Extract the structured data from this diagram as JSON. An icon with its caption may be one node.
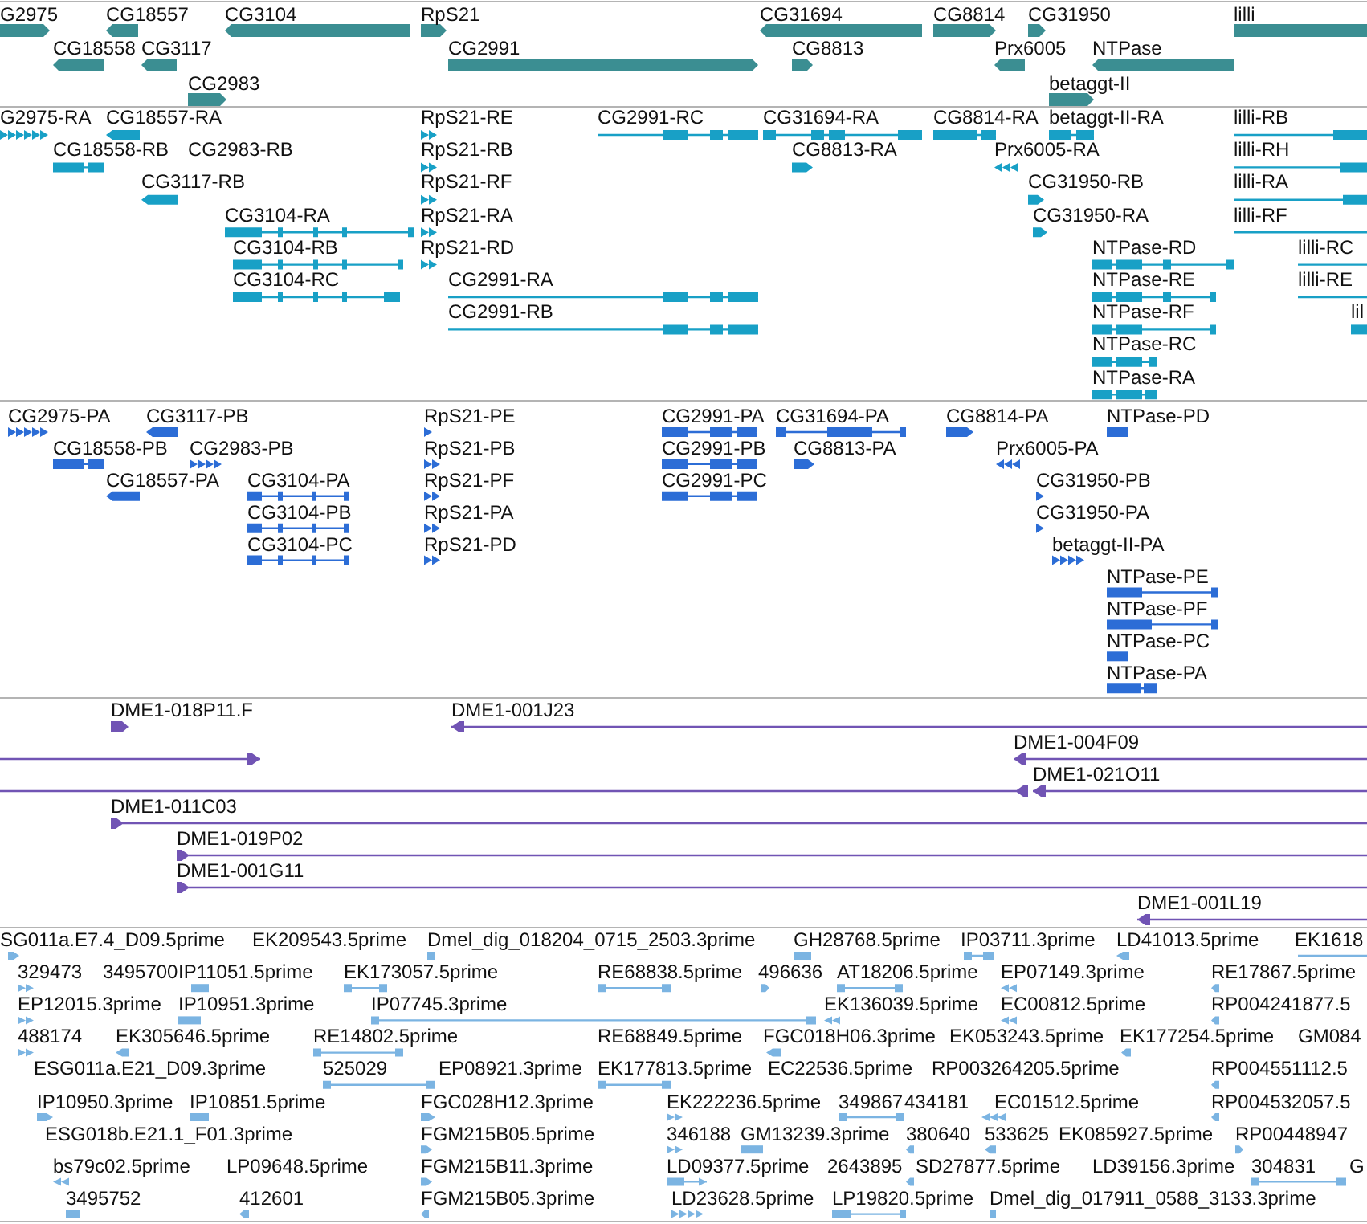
{
  "diagram": {
    "labels": [
      "G2975",
      "CG18557",
      "CG3104",
      "RpS21",
      "CG31694",
      "CG8814",
      "CG31950",
      "lilli",
      "CG18558",
      "CG3117",
      "CG2991",
      "CG8813",
      "Prx6005",
      "NTPase",
      "CG2983",
      "betaggt-II",
      "G2975-RA",
      "CG18557-RA",
      "RpS21-RE",
      "CG2991-RC",
      "CG31694-RA",
      "CG8814-RA",
      "betaggt-II-RA",
      "lilli-RB",
      "CG18558-RB",
      "CG2983-RB",
      "RpS21-RB",
      "CG8813-RA",
      "Prx6005-RA",
      "lilli-RH",
      "CG3117-RB",
      "RpS21-RF",
      "CG31950-RB",
      "lilli-RA",
      "CG3104-RA",
      "RpS21-RA",
      "CG31950-RA",
      "lilli-RF",
      "CG3104-RB",
      "RpS21-RD",
      "NTPase-RD",
      "lilli-RC",
      "CG3104-RC",
      "CG2991-RA",
      "NTPase-RE",
      "lilli-RE",
      "CG2991-RB",
      "NTPase-RF",
      "lil",
      "NTPase-RC",
      "NTPase-RA",
      "CG2975-PA",
      "CG3117-PB",
      "RpS21-PE",
      "CG2991-PA",
      "CG31694-PA",
      "CG8814-PA",
      "NTPase-PD",
      "CG18558-PB",
      "CG2983-PB",
      "RpS21-PB",
      "CG2991-PB",
      "CG8813-PA",
      "Prx6005-PA",
      "CG18557-PA",
      "CG3104-PA",
      "RpS21-PF",
      "CG2991-PC",
      "CG31950-PB",
      "CG3104-PB",
      "RpS21-PA",
      "CG31950-PA",
      "CG3104-PC",
      "RpS21-PD",
      "betaggt-II-PA",
      "NTPase-PE",
      "NTPase-PF",
      "NTPase-PC",
      "NTPase-PA",
      "DME1-018P11.F",
      "DME1-001J23",
      "DME1-004F09",
      "DME1-021O11",
      "DME1-011C03",
      "DME1-019P02",
      "DME1-001G11",
      "DME1-001L19",
      "SG011a.E7.4_D09.5prime",
      "EK209543.5prime",
      "Dmel_dig_018204_0715_2503.3prime",
      "GH28768.5prime",
      "IP03711.3prime",
      "LD41013.5prime",
      "EK1618",
      "329473",
      "3495700",
      "IP11051.5prime",
      "EK173057.5prime",
      "RE68838.5prime",
      "496636",
      "AT18206.5prime",
      "EP07149.3prime",
      "RE17867.5prime",
      "EP12015.3prime",
      "IP10951.3prime",
      "IP07745.3prime",
      "EK136039.5prime",
      "EC00812.5prime",
      "RP004241877.5",
      "488174",
      "EK305646.5prime",
      "RE14802.5prime",
      "RE68849.5prime",
      "FGC018H06.3prime",
      "EK053243.5prime",
      "EK177254.5prime",
      "GM084",
      "ESG011a.E21_D09.3prime",
      "525029",
      "EP08921.3prime",
      "EK177813.5prime",
      "EC22536.5prime",
      "RP003264205.5prime",
      "RP004551112.5",
      "IP10950.3prime",
      "IP10851.5prime",
      "FGC028H12.3prime",
      "EK222236.5prime",
      "349867",
      "434181",
      "EC01512.5prime",
      "RP004532057.5",
      "ESG018b.E21.1_F01.3prime",
      "FGM215B05.5prime",
      "346188",
      "GM13239.3prime",
      "380640",
      "533625",
      "EK085927.5prime",
      "RP00448947",
      "bs79c02.5prime",
      "LP09648.5prime",
      "FGM215B11.3prime",
      "LD09377.5prime",
      "2643895",
      "SD27877.5prime",
      "LD39156.3prime",
      "304831",
      "G",
      "3495752",
      "412601",
      "FGM215B05.3prime",
      "LD23628.5prime",
      "LP19820.5prime",
      "Dmel_dig_017911_0588_3133.3prime"
    ]
  }
}
